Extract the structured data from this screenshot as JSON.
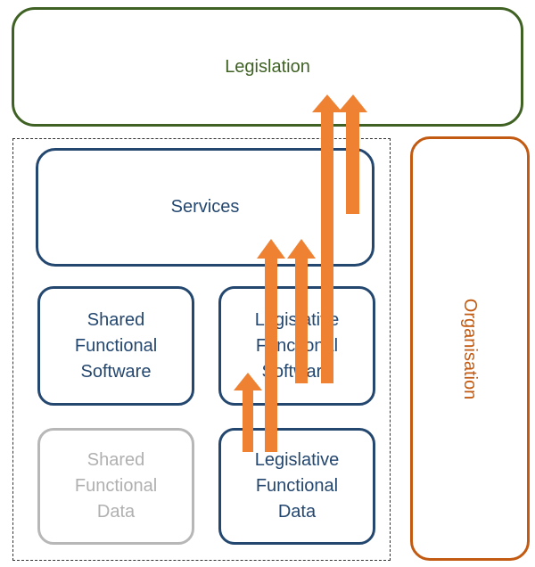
{
  "legislation": {
    "label": "Legislation"
  },
  "services": {
    "label": "Services"
  },
  "shared_functional_software": {
    "label": "Shared\nFunctional\nSoftware"
  },
  "legislative_functional_software": {
    "label": "Legislative\nFunctional\nSoftware"
  },
  "shared_functional_data": {
    "label": "Shared\nFunctional\nData"
  },
  "legislative_functional_data": {
    "label": "Legislative\nFunctional\nData"
  },
  "organisation": {
    "label": "Organisation"
  },
  "colors": {
    "legislation": "#3f6224",
    "box_blue": "#24476f",
    "shared_data_grey": "#b7b7b7",
    "organisation": "#c25a12",
    "arrow": "#ee8232"
  }
}
